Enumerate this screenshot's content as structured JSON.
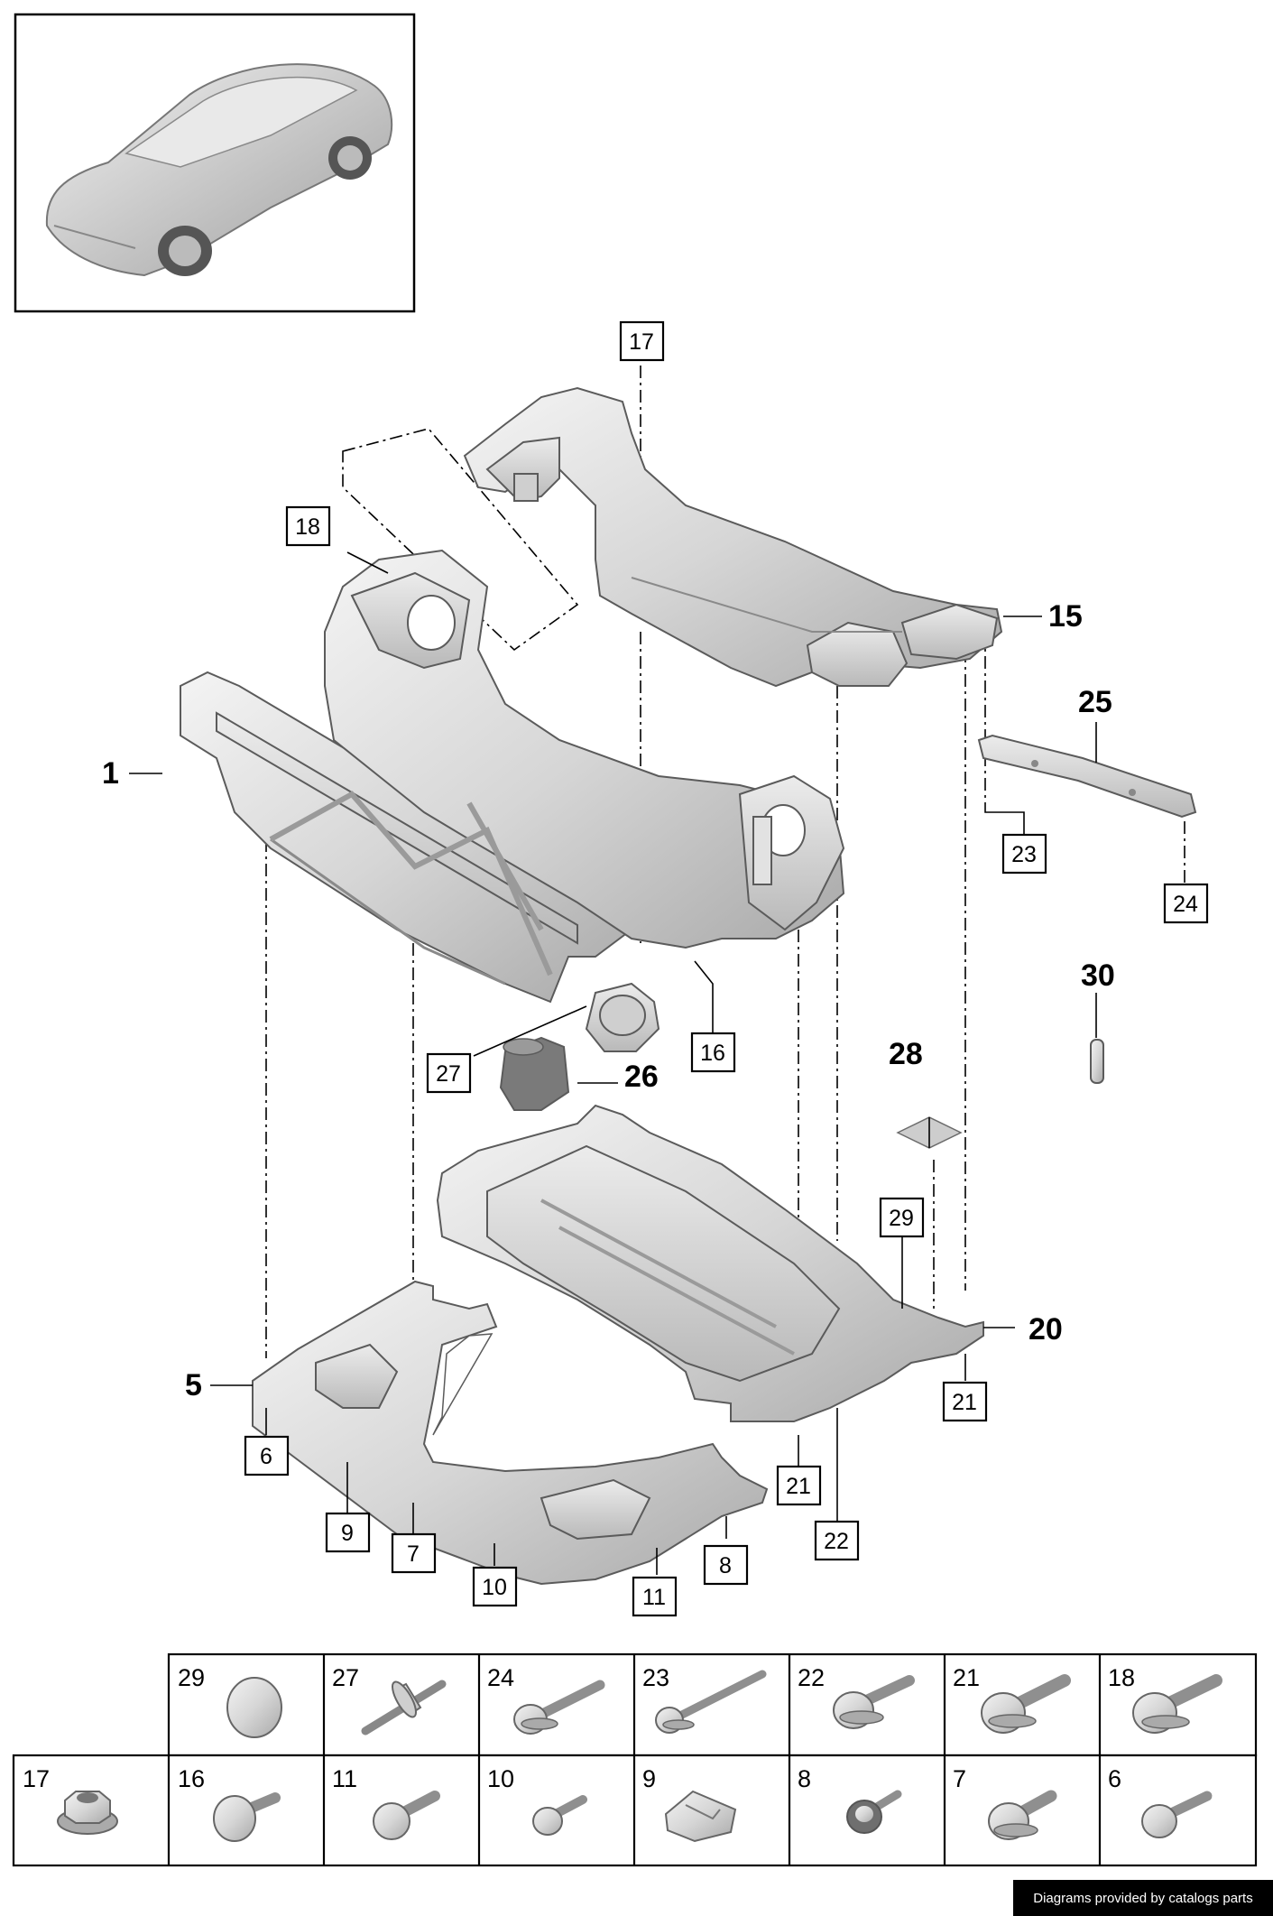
{
  "callouts": {
    "c1": "1",
    "c5": "5",
    "c15": "15",
    "c17": "17",
    "c18": "18",
    "c20": "20",
    "c25": "25",
    "c23": "23",
    "c24": "24",
    "c30": "30",
    "c28": "28",
    "c29": "29",
    "c16": "16",
    "c27": "27",
    "c26": "26",
    "c6": "6",
    "c9": "9",
    "c7": "7",
    "c10": "10",
    "c11": "11",
    "c8": "8",
    "c21a": "21",
    "c21b": "21",
    "c22": "22"
  },
  "fastener_grid": {
    "row1": [
      "29",
      "27",
      "24",
      "23",
      "22",
      "21",
      "18"
    ],
    "row2": [
      "17",
      "16",
      "11",
      "10",
      "9",
      "8",
      "7",
      "6"
    ]
  },
  "icons": {
    "car": "car-thumbnail-icon",
    "cap": "cap-plug-icon",
    "rivet": "rivet-icon",
    "bolt": "hex-bolt-icon",
    "nut": "flange-nut-icon",
    "clip": "spring-clip-icon"
  },
  "footer": {
    "credit": "Diagrams provided by catalogs parts"
  }
}
